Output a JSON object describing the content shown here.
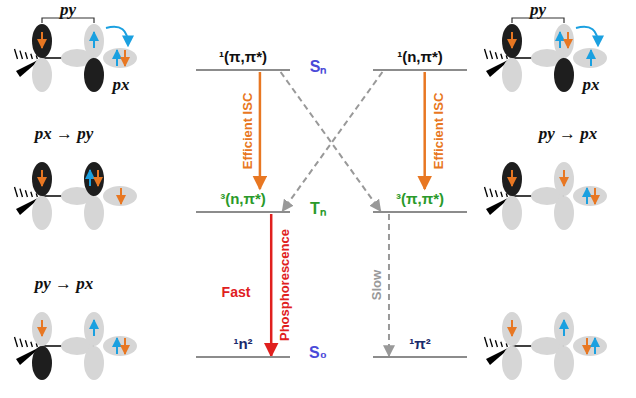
{
  "diagram": {
    "nodes": [
      {
        "text": [
          "¹(π,π*)"
        ]
      },
      {
        "text": [
          "¹(n,π*)"
        ]
      },
      {
        "text": [
          "³(n,π*)"
        ]
      },
      {
        "text": [
          "³(π,π*)"
        ]
      },
      {
        "text": [
          "¹n²"
        ]
      },
      {
        "text": [
          "¹π²"
        ]
      }
    ],
    "edges": [
      {
        "from": 0,
        "to": 2,
        "arrow": "to",
        "label": "Efficient ISC"
      },
      {
        "from": 0,
        "to": 3,
        "arrow": "to"
      },
      {
        "from": 1,
        "to": 2,
        "arrow": "to"
      },
      {
        "from": 1,
        "to": 3,
        "arrow": "to",
        "label": "Efficient ISC"
      },
      {
        "from": 2,
        "to": 4,
        "arrow": "to",
        "label": "Phosphorescence"
      },
      {
        "from": 3,
        "to": 5,
        "arrow": "to",
        "label": "Slow"
      }
    ],
    "labels": [
      "py",
      "px",
      "px → py",
      "py → px",
      "Sₙ",
      "Tₙ",
      "S₀",
      "Fast",
      "py",
      "px",
      "py → px"
    ]
  }
}
